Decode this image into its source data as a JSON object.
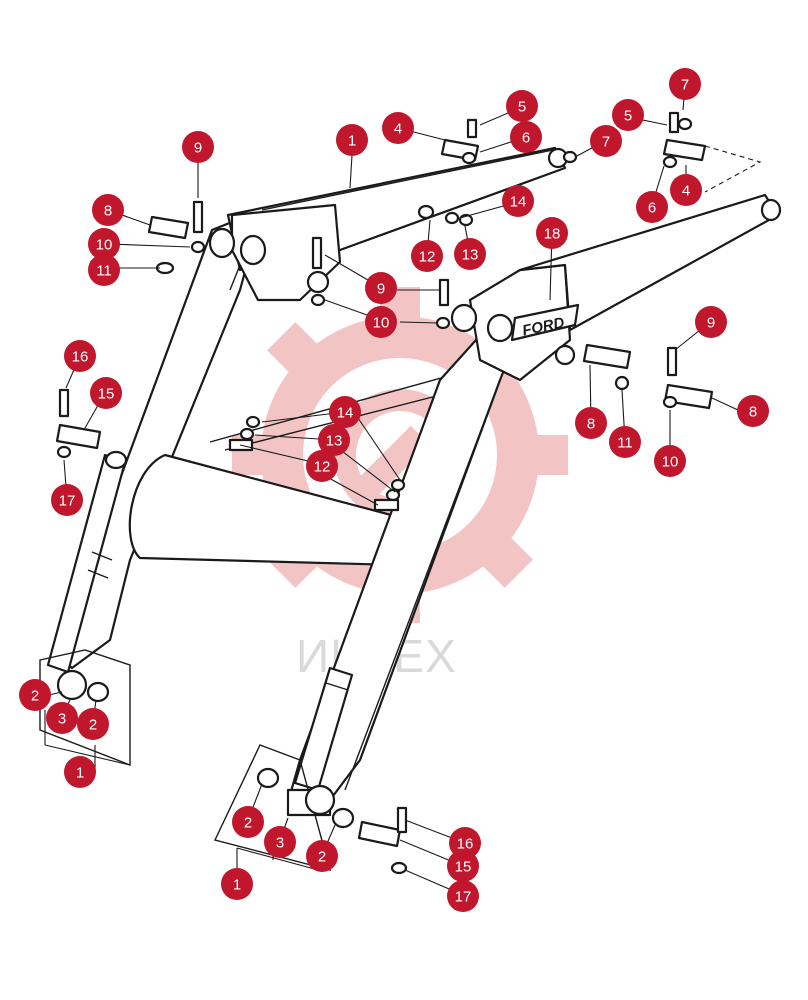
{
  "watermark": {
    "text": "ИНТЕХ",
    "gear_color": "#f3c4c4"
  },
  "arm_logo": {
    "text": "FORD"
  },
  "callout_color": "#c0172d",
  "callouts": [
    {
      "id": "c-left-1",
      "label": "1"
    },
    {
      "id": "c-left-2a",
      "label": "2"
    },
    {
      "id": "c-left-3",
      "label": "3"
    },
    {
      "id": "c-left-2b",
      "label": "2"
    },
    {
      "id": "c-bot-1",
      "label": "1"
    },
    {
      "id": "c-bot-2a",
      "label": "2"
    },
    {
      "id": "c-bot-3",
      "label": "3"
    },
    {
      "id": "c-bot-2b",
      "label": "2"
    },
    {
      "id": "c-top-1",
      "label": "1"
    },
    {
      "id": "c-top-4",
      "label": "4"
    },
    {
      "id": "c-top-5",
      "label": "5"
    },
    {
      "id": "c-top-6",
      "label": "6"
    },
    {
      "id": "c-top-7",
      "label": "7"
    },
    {
      "id": "c-tr-7",
      "label": "7"
    },
    {
      "id": "c-tr-5",
      "label": "5"
    },
    {
      "id": "c-tr-6",
      "label": "6"
    },
    {
      "id": "c-tr-4",
      "label": "4"
    },
    {
      "id": "c-9a",
      "label": "9"
    },
    {
      "id": "c-8a",
      "label": "8"
    },
    {
      "id": "c-10a",
      "label": "10"
    },
    {
      "id": "c-11a",
      "label": "11"
    },
    {
      "id": "c-14a",
      "label": "14"
    },
    {
      "id": "c-12a",
      "label": "12"
    },
    {
      "id": "c-13a",
      "label": "13"
    },
    {
      "id": "c-9b",
      "label": "9"
    },
    {
      "id": "c-10b",
      "label": "10"
    },
    {
      "id": "c-18",
      "label": "18"
    },
    {
      "id": "c-9c",
      "label": "9"
    },
    {
      "id": "c-8b",
      "label": "8"
    },
    {
      "id": "c-8c",
      "label": "8"
    },
    {
      "id": "c-11b",
      "label": "11"
    },
    {
      "id": "c-10c",
      "label": "10"
    },
    {
      "id": "c-16a",
      "label": "16"
    },
    {
      "id": "c-15a",
      "label": "15"
    },
    {
      "id": "c-17a",
      "label": "17"
    },
    {
      "id": "c-14b",
      "label": "14"
    },
    {
      "id": "c-13b",
      "label": "13"
    },
    {
      "id": "c-12b",
      "label": "12"
    },
    {
      "id": "c-16b",
      "label": "16"
    },
    {
      "id": "c-15b",
      "label": "15"
    },
    {
      "id": "c-17b",
      "label": "17"
    }
  ]
}
